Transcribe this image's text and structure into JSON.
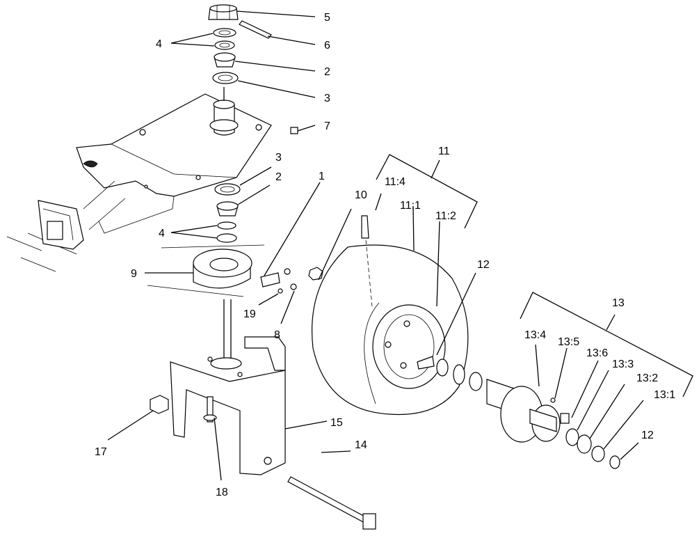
{
  "labels": {
    "n1": "1",
    "n2a": "2",
    "n2b": "2",
    "n3a": "3",
    "n3b": "3",
    "n4a": "4",
    "n4b": "4",
    "n5": "5",
    "n6": "6",
    "n7": "7",
    "n8": "8",
    "n9": "9",
    "n10": "10",
    "n11": "11",
    "n11_1": "11:1",
    "n11_2": "11:2",
    "n11_4": "11:4",
    "n12a": "12",
    "n12b": "12",
    "n13": "13",
    "n13_1": "13:1",
    "n13_2": "13:2",
    "n13_3": "13:3",
    "n13_4": "13:4",
    "n13_5": "13:5",
    "n13_6": "13:6",
    "n14": "14",
    "n15": "15",
    "n17": "17",
    "n18": "18",
    "n19": "19"
  }
}
